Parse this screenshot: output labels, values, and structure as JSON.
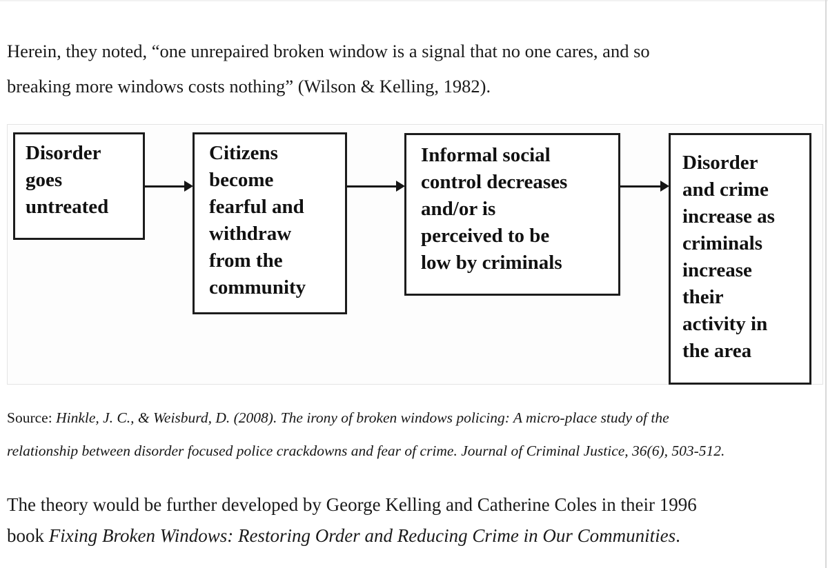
{
  "page": {
    "background_color": "#ffffff",
    "text_color": "#1a1a1a",
    "page_edge_color": "#d8d8d8"
  },
  "intro": {
    "lines": [
      "Herein, they noted, “one unrepaired broken window is a signal that no one cares, and so",
      "breaking more windows costs nothing” (Wilson & Kelling, 1982)."
    ]
  },
  "figure": {
    "type": "flowchart",
    "background_color": "#fdfdfd",
    "border_color": "#e4e4e4",
    "box_border_color": "#1c1c1c",
    "arrow_color": "#161616",
    "boxes": [
      {
        "label": "Disorder\ngoes\nuntreated"
      },
      {
        "label": "Citizens\nbecome\nfearful and\nwithdraw\nfrom the\ncommunity"
      },
      {
        "label": "Informal social\ncontrol decreases\nand/or is\nperceived to be\nlow by criminals"
      },
      {
        "label": "Disorder\nand crime\nincrease as\ncriminals\nincrease\ntheir\nactivity in\nthe area"
      }
    ]
  },
  "source": {
    "prefix": "Source: ",
    "line1_italic": "Hinkle, J. C., & Weisburd, D. (2008). The irony of broken windows policing: A micro-place study of the",
    "line2_italic": "relationship between disorder focused police crackdowns and fear of crime. Journal of Criminal Justice, 36(6), 503-512."
  },
  "closing": {
    "line1": "The theory would be further developed by George Kelling and Catherine Coles in their 1996",
    "line2_prefix": "book ",
    "book_title": "Fixing Broken Windows: Restoring Order and Reducing Crime in Our Communities",
    "line2_suffix": "."
  }
}
